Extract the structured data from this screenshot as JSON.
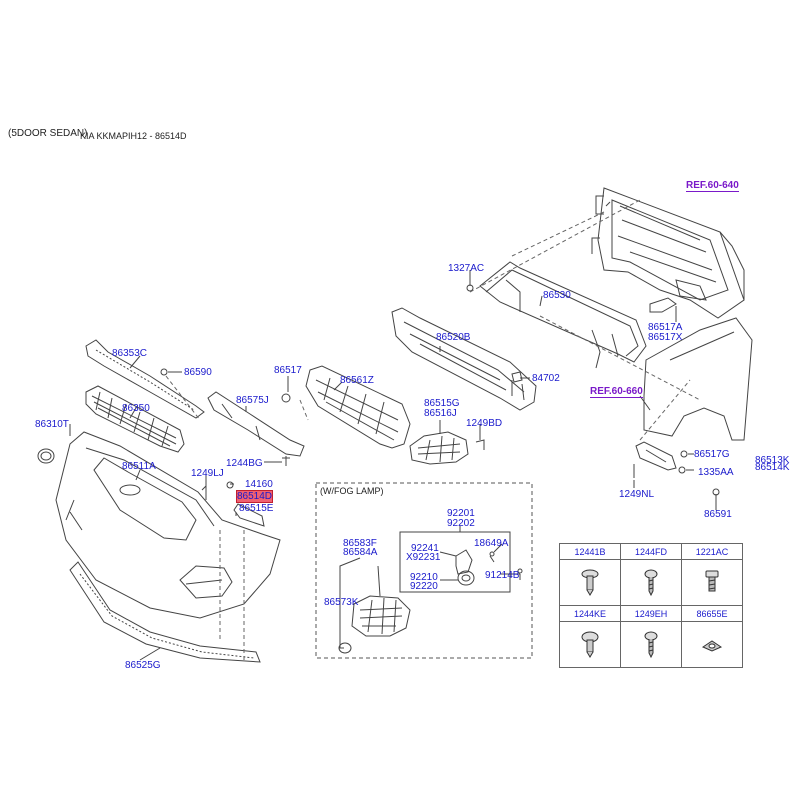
{
  "header": {
    "model": "(5DOOR SEDAN)",
    "catalog_ref": "KIA KKMAPIH12 - 86514D"
  },
  "callouts": [
    {
      "key": "REF.60-640",
      "text": "REF.60-640",
      "kind": "ref"
    },
    {
      "key": "REF.60-660",
      "text": "REF.60-660",
      "kind": "ref"
    },
    {
      "key": "1327AC",
      "text": "1327AC"
    },
    {
      "key": "86530",
      "text": "86530"
    },
    {
      "key": "86517A",
      "text": "86517A"
    },
    {
      "key": "86517X",
      "text": "86517X"
    },
    {
      "key": "86520B",
      "text": "86520B"
    },
    {
      "key": "84702",
      "text": "84702"
    },
    {
      "key": "86353C",
      "text": "86353C"
    },
    {
      "key": "86590",
      "text": "86590"
    },
    {
      "key": "86517",
      "text": "86517"
    },
    {
      "key": "86561Z",
      "text": "86561Z"
    },
    {
      "key": "86575J",
      "text": "86575J"
    },
    {
      "key": "86515G",
      "text": "86515G"
    },
    {
      "key": "86516J",
      "text": "86516J"
    },
    {
      "key": "1249BD",
      "text": "1249BD"
    },
    {
      "key": "86350",
      "text": "86350"
    },
    {
      "key": "86310T",
      "text": "86310T"
    },
    {
      "key": "1244BG",
      "text": "1244BG"
    },
    {
      "key": "86511A",
      "text": "86511A"
    },
    {
      "key": "1249LJ",
      "text": "1249LJ"
    },
    {
      "key": "14160",
      "text": "14160"
    },
    {
      "key": "86514D",
      "text": "86514D",
      "highlight": true
    },
    {
      "key": "86515E",
      "text": "86515E"
    },
    {
      "key": "86517G",
      "text": "86517G"
    },
    {
      "key": "86513K",
      "text": "86513K"
    },
    {
      "key": "86514K",
      "text": "86514K"
    },
    {
      "key": "1335AA",
      "text": "1335AA"
    },
    {
      "key": "1249NL",
      "text": "1249NL"
    },
    {
      "key": "86591",
      "text": "86591"
    },
    {
      "key": "92201",
      "text": "92201"
    },
    {
      "key": "92202",
      "text": "92202"
    },
    {
      "key": "86583F",
      "text": "86583F"
    },
    {
      "key": "86584A",
      "text": "86584A"
    },
    {
      "key": "92241",
      "text": "92241"
    },
    {
      "key": "X92231",
      "text": "X92231"
    },
    {
      "key": "18649A",
      "text": "18649A"
    },
    {
      "key": "92210",
      "text": "92210"
    },
    {
      "key": "92220",
      "text": "92220"
    },
    {
      "key": "91214B",
      "text": "91214B"
    },
    {
      "key": "86573K",
      "text": "86573K"
    },
    {
      "key": "86525G",
      "text": "86525G"
    }
  ],
  "option_box": {
    "label": "(W/FOG LAMP)"
  },
  "fastener_table": {
    "row1": [
      "12441B",
      "1244FD",
      "1221AC"
    ],
    "row2": [
      "1244KE",
      "1249EH",
      "86655E"
    ]
  },
  "colors": {
    "label": "#1a1acc",
    "ref": "#7a19c9",
    "highlight": "#f06070",
    "line": "#444444"
  }
}
